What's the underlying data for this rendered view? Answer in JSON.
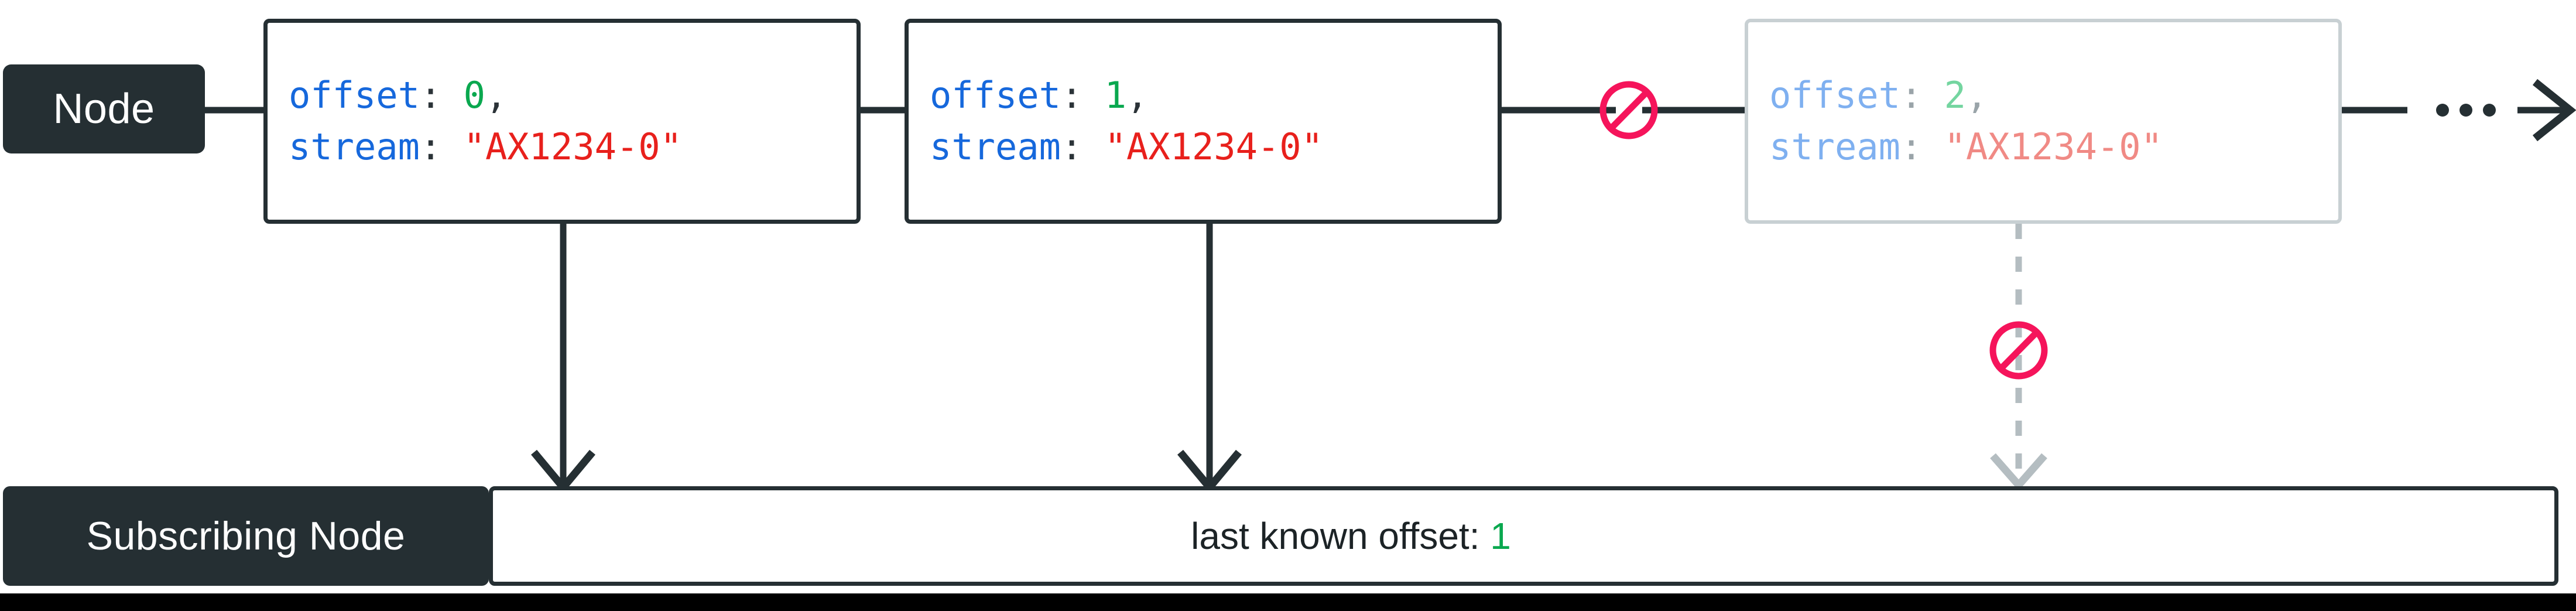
{
  "colors": {
    "ink": "#252f33",
    "key_blue": "#1668dc",
    "number_green": "#0aa84f",
    "string_red": "#e8201c",
    "faded_border": "#c8d0d3",
    "faded_key_blue": "#7fb0f0",
    "faded_number_green": "#74d5a0",
    "faded_string_red": "#f08a85",
    "block_pink": "#f5145b",
    "background": "#ffffff",
    "bottom_strip": "#000000"
  },
  "labels": {
    "node": "Node",
    "subscribing_node": "Subscribing Node"
  },
  "events": [
    {
      "key_offset": "offset",
      "colon": ":",
      "offset_value": "0",
      "comma": ",",
      "key_stream": "stream",
      "stream_value": "\"AX1234-0\"",
      "state": "delivered"
    },
    {
      "key_offset": "offset",
      "colon": ":",
      "offset_value": "1",
      "comma": ",",
      "key_stream": "stream",
      "stream_value": "\"AX1234-0\"",
      "state": "delivered"
    },
    {
      "key_offset": "offset",
      "colon": ":",
      "offset_value": "2",
      "comma": ",",
      "key_stream": "stream",
      "stream_value": "\"AX1234-0\"",
      "state": "blocked"
    }
  ],
  "subscriber": {
    "text_prefix": "last known offset: ",
    "offset_value": "1"
  },
  "icons": {
    "block_stream": "no-entry-icon",
    "block_delivery": "no-entry-icon",
    "continuation": "ellipsis-icon",
    "stream_end": "arrow-right-icon",
    "delivery_0": "arrow-down-icon",
    "delivery_1": "arrow-down-icon",
    "delivery_2": "dashed-arrow-down-icon"
  }
}
